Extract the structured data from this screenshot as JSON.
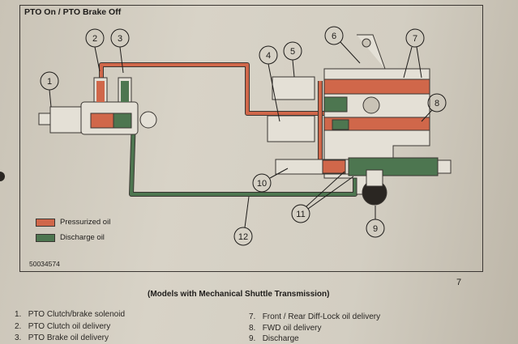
{
  "header": {
    "title": "PTO On / PTO Brake Off"
  },
  "legend": [
    {
      "label": "Pressurized oil",
      "color": "#d0674a"
    },
    {
      "label": "Discharge oil",
      "color": "#4d7650"
    }
  ],
  "figure_id": "50034574",
  "page_number": "7",
  "caption": "(Models with Mechanical Shuttle Transmission)",
  "callouts": [
    "1",
    "2",
    "3",
    "4",
    "5",
    "6",
    "7",
    "8",
    "9",
    "10",
    "11",
    "12"
  ],
  "parts_list": [
    {
      "num": "1.",
      "text": "PTO Clutch/brake solenoid"
    },
    {
      "num": "2.",
      "text": "PTO Clutch oil delivery"
    },
    {
      "num": "3.",
      "text": "PTO Brake oil delivery"
    },
    {
      "num": "7.",
      "text": "Front / Rear Diff-Lock oil delivery"
    },
    {
      "num": "8.",
      "text": "FWD oil delivery"
    },
    {
      "num": "9.",
      "text": "Discharge"
    }
  ],
  "colors": {
    "pressurized": "#d0674a",
    "discharge": "#4d7650",
    "line": "#3a3632",
    "body": "#e4e0d6"
  }
}
